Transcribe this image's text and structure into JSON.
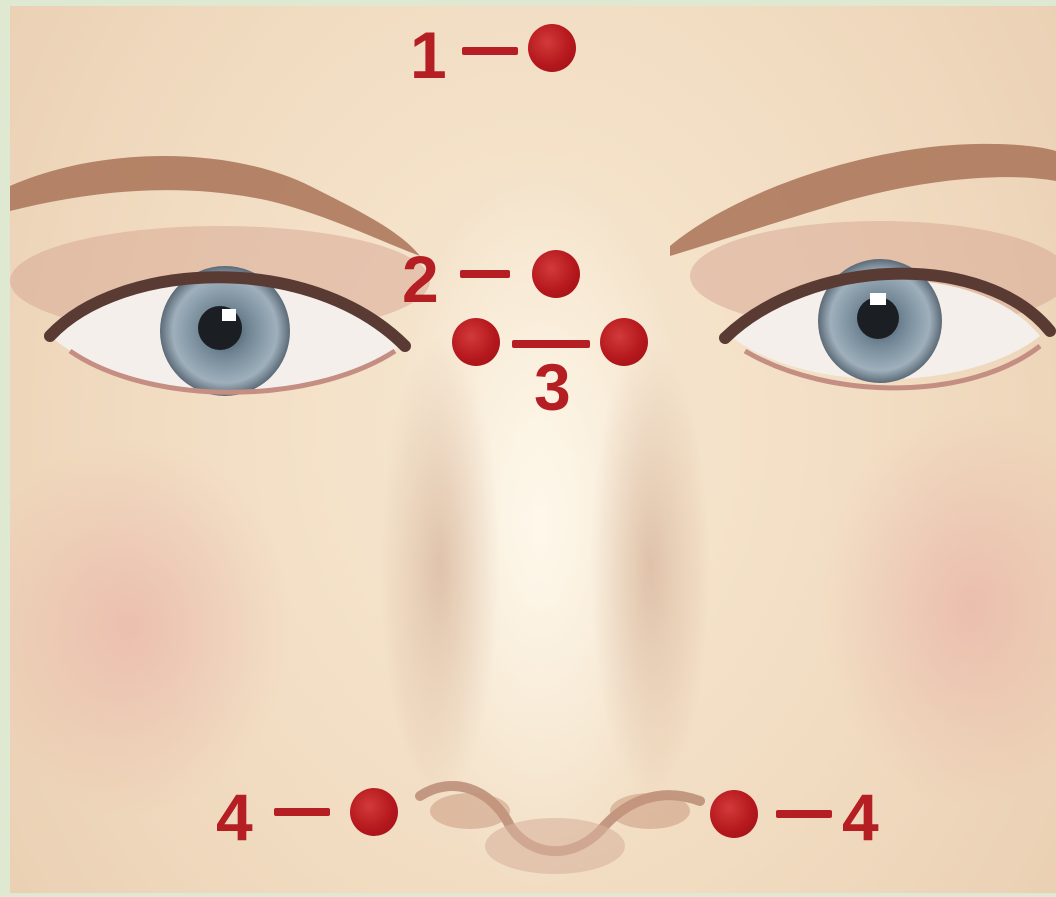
{
  "image": {
    "subject": "face-acupressure-points",
    "colors": {
      "marker": "#b51f23",
      "skin": "#f1dcc1",
      "border": "#dfe9d2"
    }
  },
  "points": {
    "p1": "1",
    "p2": "2",
    "p3": "3",
    "p4_left": "4",
    "p4_right": "4"
  }
}
